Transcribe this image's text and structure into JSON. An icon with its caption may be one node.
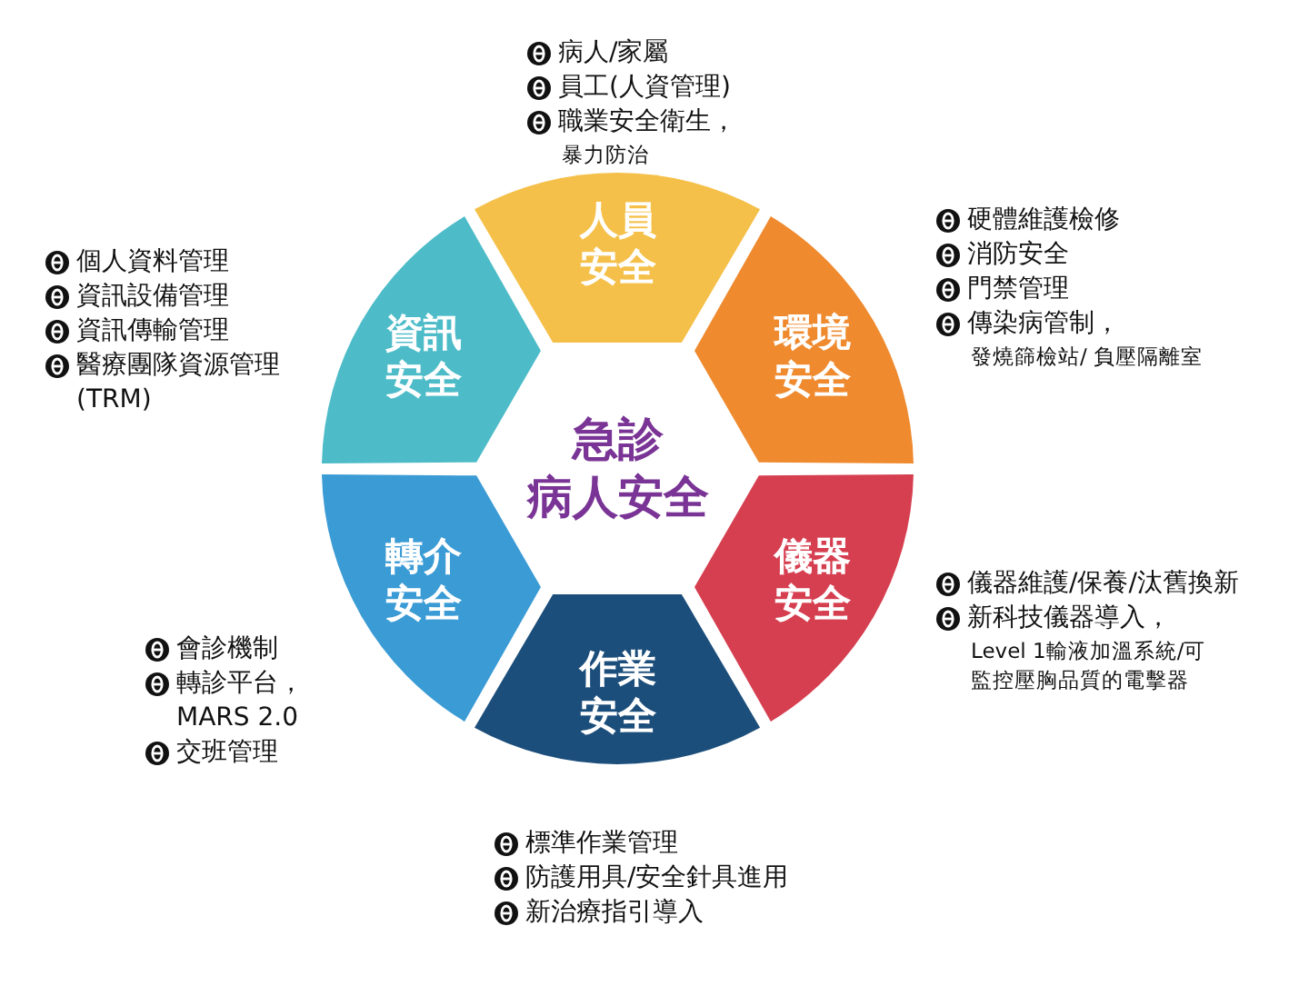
{
  "diagram": {
    "nodes": [
      {
        "text": [
          "急診病人安全"
        ]
      },
      {
        "text": [
          "人員安全"
        ],
        "beside": [
          "病人/家屬",
          "員工(人資管理)",
          "職業安全衛生，",
          "暴力防治"
        ]
      },
      {
        "text": [
          "環境安全"
        ],
        "beside": [
          "硬體維護檢修",
          "消防安全",
          "門禁管理",
          "傳染病管制，",
          "發燒篩檢站/ 負壓隔離室"
        ]
      },
      {
        "text": [
          "儀器安全"
        ],
        "beside": [
          "儀器維護/保養/汰舊換新",
          "新科技儀器導入，",
          "Level 1輸液加溫系統/可監控壓胸品質的電擊器"
        ]
      },
      {
        "text": [
          "作業安全"
        ],
        "beside": [
          "標準作業管理",
          "防護用具/安全針具進用",
          "新治療指引導入"
        ]
      },
      {
        "text": [
          "轉介安全"
        ],
        "beside": [
          "會診機制",
          "轉診平台，MARS 2.0",
          "交班管理"
        ]
      },
      {
        "text": [
          "資訊安全"
        ],
        "beside": [
          "個人資料管理",
          "資訊設備管理",
          "資訊傳輸管理",
          "醫療團隊資源管理(TRM)"
        ]
      }
    ],
    "edges": []
  }
}
